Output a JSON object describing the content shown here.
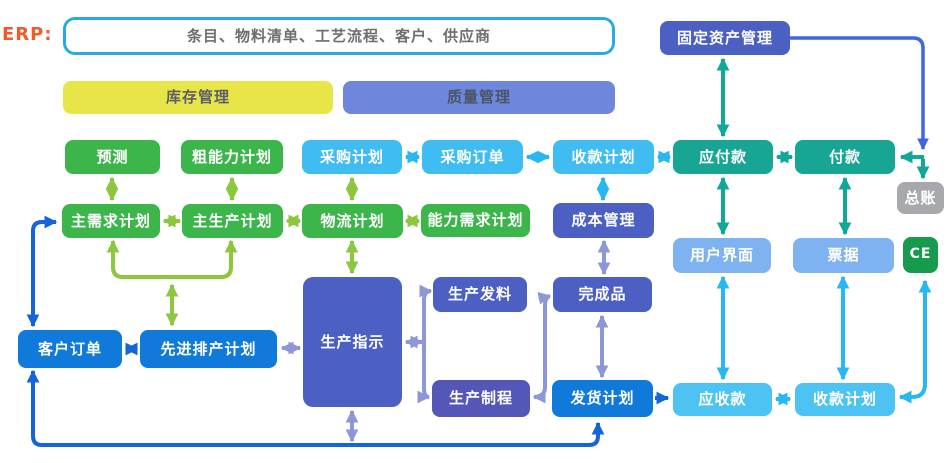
{
  "erp_label": "ERP:",
  "nodes": {
    "master_data": {
      "label": "条目、物料清单、工艺流程、客户、供应商"
    },
    "fixed_assets": {
      "label": "固定资产管理"
    },
    "inventory": {
      "label": "库存管理"
    },
    "quality": {
      "label": "质量管理"
    },
    "forecast": {
      "label": "预测"
    },
    "rough_capacity_plan": {
      "label": "粗能力计划"
    },
    "purchase_plan": {
      "label": "采购计划"
    },
    "purchase_order": {
      "label": "采购订单"
    },
    "receipt_plan_top": {
      "label": "收款计划"
    },
    "accounts_payable": {
      "label": "应付款"
    },
    "payment": {
      "label": "付款"
    },
    "general_ledger": {
      "label": "总账"
    },
    "master_demand_plan": {
      "label": "主需求计划"
    },
    "master_production_plan": {
      "label": "主生产计划"
    },
    "logistics_plan": {
      "label": "物流计划"
    },
    "capacity_requirement_plan": {
      "label": "能力需求计划"
    },
    "cost_management": {
      "label": "成本管理"
    },
    "user_interface": {
      "label": "用户界面"
    },
    "notes": {
      "label": "票据"
    },
    "ce": {
      "label": "CE"
    },
    "production_issue": {
      "label": "生产发料"
    },
    "finished_goods": {
      "label": "完成品"
    },
    "customer_order": {
      "label": "客户订单"
    },
    "advanced_scheduling_plan": {
      "label": "先进排产计划"
    },
    "production_instruction": {
      "label": "生产指示"
    },
    "production_process": {
      "label": "生产制程"
    },
    "shipping_plan": {
      "label": "发货计划"
    },
    "accounts_receivable": {
      "label": "应收款"
    },
    "receipt_plan_bottom": {
      "label": "收款计划"
    }
  },
  "colors": {
    "node_green": "#3cb54b",
    "node_cyan": "#3fbdf2",
    "node_teal": "#17a693",
    "node_indigo": "#4c60c4",
    "node_blue": "#0f7ad9",
    "node_light_blue": "#7fb2f0",
    "node_light_cyan": "#4dc3f3",
    "node_gray": "#a7a9ac",
    "node_yellow": "#e8e549",
    "node_periwinkle": "#6e87dc",
    "node_ce_green": "#169a4e",
    "arrow_green": "#8dc63f",
    "arrow_cyan": "#29b7f2",
    "arrow_teal": "#11a89a",
    "arrow_blue": "#1565d8",
    "arrow_royal": "#3e66e0",
    "arrow_lavender": "#8d97d8",
    "erp_label": "#f15a29",
    "master_border": "#29abe2"
  },
  "connections": [
    {
      "from": "forecast",
      "to": "master_demand_plan",
      "style": "double"
    },
    {
      "from": "rough_capacity_plan",
      "to": "master_production_plan",
      "style": "double"
    },
    {
      "from": "purchase_plan",
      "to": "logistics_plan",
      "style": "double"
    },
    {
      "from": "master_demand_plan",
      "to": "master_production_plan",
      "style": "double"
    },
    {
      "from": "master_production_plan",
      "to": "logistics_plan",
      "style": "double"
    },
    {
      "from": "logistics_plan",
      "to": "capacity_requirement_plan",
      "style": "double"
    },
    {
      "from": "purchase_plan",
      "to": "purchase_order",
      "style": "double"
    },
    {
      "from": "purchase_order",
      "to": "receipt_plan_top",
      "style": "double"
    },
    {
      "from": "receipt_plan_top",
      "to": "accounts_payable",
      "style": "double"
    },
    {
      "from": "accounts_payable",
      "to": "payment",
      "style": "double"
    },
    {
      "from": "fixed_assets",
      "to": "accounts_payable",
      "style": "double"
    },
    {
      "from": "fixed_assets",
      "to": "payment",
      "style": "single"
    },
    {
      "from": "fixed_assets",
      "to": "general_ledger",
      "style": "single"
    },
    {
      "from": "receipt_plan_top",
      "to": "cost_management",
      "style": "double"
    },
    {
      "from": "cost_management",
      "to": "finished_goods",
      "style": "double"
    },
    {
      "from": "finished_goods",
      "to": "shipping_plan",
      "style": "double"
    },
    {
      "from": "accounts_payable",
      "to": "user_interface",
      "style": "double"
    },
    {
      "from": "payment",
      "to": "notes",
      "style": "double"
    },
    {
      "from": "user_interface",
      "to": "accounts_receivable",
      "style": "double"
    },
    {
      "from": "notes",
      "to": "receipt_plan_bottom",
      "style": "double"
    },
    {
      "from": "ce",
      "to": "receipt_plan_bottom",
      "style": "double"
    },
    {
      "from": "customer_order",
      "to": "master_demand_plan",
      "style": "double"
    },
    {
      "from": "customer_order",
      "to": "advanced_scheduling_plan",
      "style": "double"
    },
    {
      "from": "master_demand_plan",
      "to": "advanced_scheduling_plan",
      "style": "double"
    },
    {
      "from": "master_production_plan",
      "to": "advanced_scheduling_plan",
      "style": "double"
    },
    {
      "from": "logistics_plan",
      "to": "production_instruction",
      "style": "double"
    },
    {
      "from": "advanced_scheduling_plan",
      "to": "production_instruction",
      "style": "double"
    },
    {
      "from": "production_instruction",
      "to": "production_issue",
      "style": "single"
    },
    {
      "from": "production_instruction",
      "to": "production_process",
      "style": "single"
    },
    {
      "from": "production_process",
      "to": "finished_goods",
      "style": "double"
    },
    {
      "from": "production_instruction",
      "to": "bottom_loop",
      "style": "double"
    },
    {
      "from": "customer_order",
      "to": "shipping_plan",
      "style": "double"
    },
    {
      "from": "shipping_plan",
      "to": "accounts_receivable",
      "style": "single"
    },
    {
      "from": "accounts_receivable",
      "to": "receipt_plan_bottom",
      "style": "double"
    }
  ]
}
